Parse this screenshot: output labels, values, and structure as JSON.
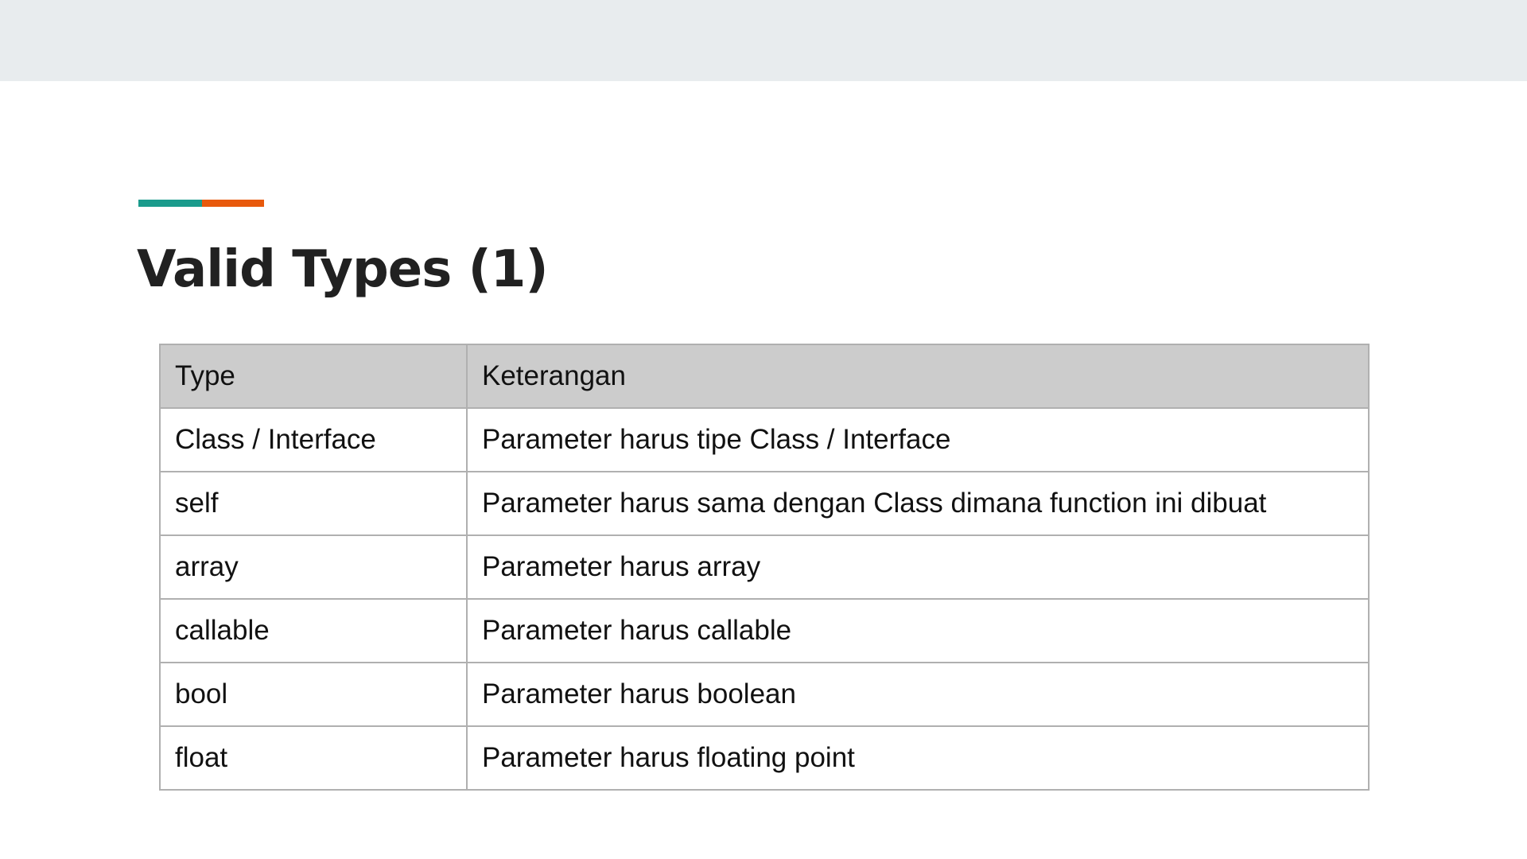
{
  "slide": {
    "title": "Valid Types (1)",
    "colors": {
      "header_band": "#e8ecee",
      "accent_teal": "#1a9b8c",
      "accent_orange": "#e8590c",
      "table_header_bg": "#cccccc",
      "table_border": "#b0b0b0"
    }
  },
  "table": {
    "headers": [
      "Type",
      "Keterangan"
    ],
    "rows": [
      [
        "Class / Interface",
        "Parameter harus tipe Class / Interface"
      ],
      [
        "self",
        "Parameter harus sama dengan Class dimana function ini dibuat"
      ],
      [
        "array",
        "Parameter harus array"
      ],
      [
        "callable",
        "Parameter harus callable"
      ],
      [
        "bool",
        "Parameter harus boolean"
      ],
      [
        "float",
        "Parameter harus floating point"
      ]
    ]
  }
}
